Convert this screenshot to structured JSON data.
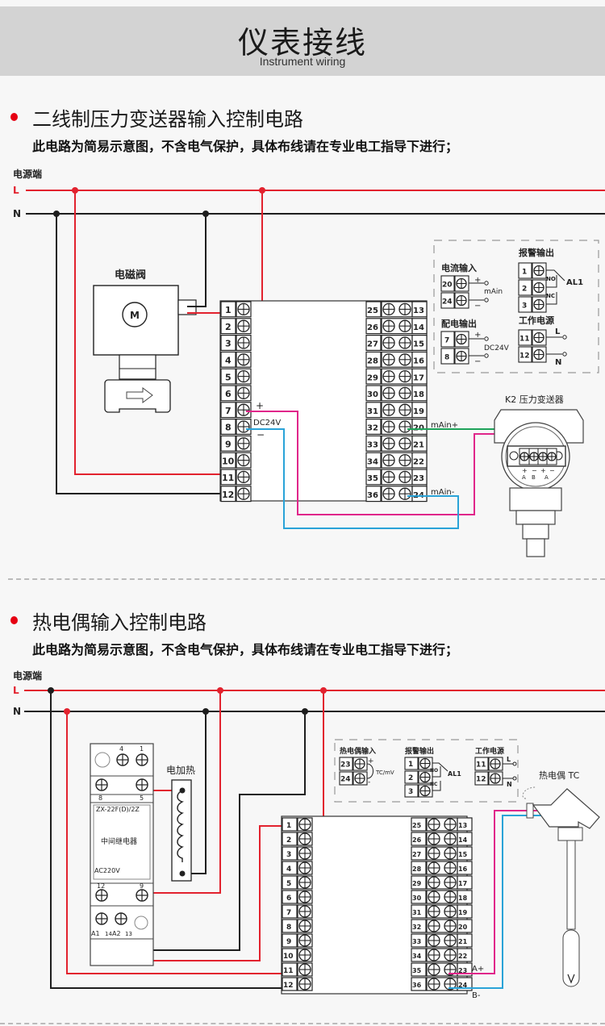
{
  "header": {
    "title": "仪表接线",
    "subtitle": "Instrument wiring"
  },
  "colors": {
    "live": "#e2222e",
    "neutral": "#1e1e1e",
    "positive_signal": "#e0268a",
    "negative_signal": "#2aa3d8",
    "signal_green": "#1fa35a",
    "bullet": "#e60012",
    "banner": "#d3d3d3"
  },
  "section1": {
    "title": "二线制压力变送器输入控制电路",
    "note": "此电路为简易示意图，不含电气保护，具体布线请在专业电工指导下进行；",
    "power_label": "电源端",
    "line_L": "L",
    "line_N": "N",
    "valve_label": "电磁阀",
    "motor_symbol": "M",
    "left_terminals": [
      "1",
      "2",
      "3",
      "4",
      "5",
      "6",
      "7",
      "8",
      "9",
      "10",
      "11",
      "12"
    ],
    "right_terminals_outer": [
      "25",
      "26",
      "27",
      "28",
      "29",
      "30",
      "31",
      "32",
      "33",
      "34",
      "35",
      "36"
    ],
    "right_terminals_inner": [
      "13",
      "14",
      "15",
      "16",
      "17",
      "18",
      "19",
      "20",
      "21",
      "22",
      "23",
      "24"
    ],
    "dc_plus": "+",
    "dc_label": "DC24V",
    "dc_minus": "−",
    "main_plus_label": "mAin+",
    "main_minus_label": "mAin-",
    "legend": {
      "current_input": {
        "title": "电流输入",
        "terminals": [
          "20",
          "24"
        ],
        "plus": "+",
        "minus": "−",
        "label": "mAin"
      },
      "alarm_output": {
        "title": "报警输出",
        "terminals": [
          "1",
          "2",
          "3"
        ],
        "no": "NO",
        "nc": "NC",
        "label": "AL1"
      },
      "power_output": {
        "title": "配电输出",
        "terminals": [
          "7",
          "8"
        ],
        "plus": "+",
        "minus": "−",
        "label": "DC24V"
      },
      "work_power": {
        "title": "工作电源",
        "terminals": [
          "11",
          "12"
        ],
        "l": "L",
        "n": "N"
      }
    },
    "transmitter_label": "K2 压力变送器",
    "transmitter_pins": [
      "+",
      "−",
      "+",
      "−"
    ],
    "transmitter_pin_labels": [
      "A",
      "B",
      "A"
    ]
  },
  "section2": {
    "title": "热电偶输入控制电路",
    "note": "此电路为简易示意图，不含电气保护，具体布线请在专业电工指导下进行；",
    "power_label": "电源端",
    "line_L": "L",
    "line_N": "N",
    "heater_label": "电加热",
    "relay": {
      "model": "ZX-22F(D)/2Z",
      "name": "中间继电器",
      "voltage": "AC220V",
      "top_pins": [
        "4",
        "1"
      ],
      "mid_pins": [
        "8",
        "5"
      ],
      "low_pins": [
        "12",
        "9"
      ],
      "bottom_pins": [
        "A1",
        "14",
        "A2",
        "13"
      ]
    },
    "left_terminals": [
      "1",
      "2",
      "3",
      "4",
      "5",
      "6",
      "7",
      "8",
      "9",
      "10",
      "11",
      "12"
    ],
    "right_terminals_outer": [
      "25",
      "26",
      "27",
      "28",
      "29",
      "30",
      "31",
      "32",
      "33",
      "34",
      "35",
      "36"
    ],
    "right_terminals_inner": [
      "13",
      "14",
      "15",
      "16",
      "17",
      "18",
      "19",
      "20",
      "21",
      "22",
      "23",
      "24"
    ],
    "a_plus": "A+",
    "b_minus": "B-",
    "legend": {
      "tc_input": {
        "title": "热电偶输入",
        "terminals": [
          "23",
          "24"
        ],
        "plus": "+",
        "minus": "-",
        "label": "TC/mV"
      },
      "alarm_output": {
        "title": "报警输出",
        "terminals": [
          "1",
          "2",
          "3"
        ],
        "no": "NO",
        "nc": "NC",
        "label": "AL1"
      },
      "work_power": {
        "title": "工作电源",
        "terminals": [
          "11",
          "12"
        ],
        "l": "L",
        "n": "N"
      }
    },
    "thermocouple_label": "热电偶 TC"
  }
}
